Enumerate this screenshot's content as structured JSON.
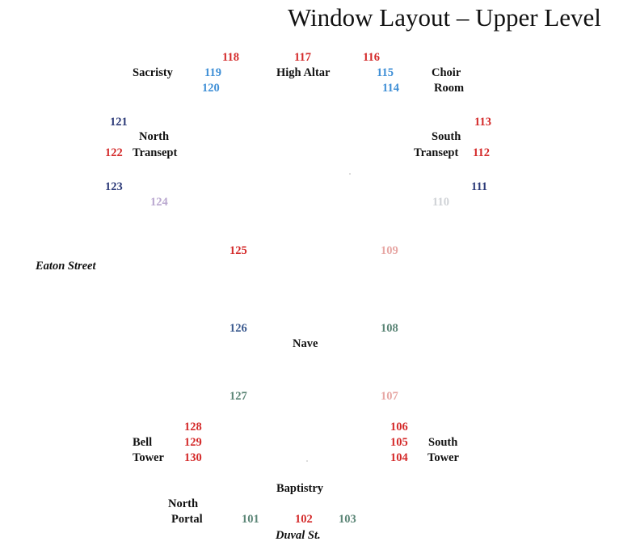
{
  "title": "Window Layout – Upper Level",
  "colors": {
    "red": "#d42a2a",
    "light_blue": "#3f8fd6",
    "navy": "#2c3a78",
    "steel_blue": "#3b5a8f",
    "teal": "#5b8576",
    "lavender": "#b9a7cf",
    "pale_gray": "#cfd2d6",
    "pink": "#e7a7a4"
  },
  "labels": {
    "sacristy": "Sacristy",
    "high_altar": "High Altar",
    "choir": "Choir",
    "room": "Room",
    "north": "North",
    "transept_north": "Transept",
    "south": "South",
    "transept_south": "Transept",
    "eaton_street": "Eaton Street",
    "nave": "Nave",
    "bell": "Bell",
    "tower_bell": "Tower",
    "south_tower_south": "South",
    "south_tower_tower": "Tower",
    "baptistry": "Baptistry",
    "north_portal_north": "North",
    "north_portal_portal": "Portal",
    "duval_st": "Duval St."
  },
  "windows": [
    {
      "number": "101",
      "color": "#5b8576"
    },
    {
      "number": "102",
      "color": "#d42a2a"
    },
    {
      "number": "103",
      "color": "#5b8576"
    },
    {
      "number": "104",
      "color": "#d42a2a"
    },
    {
      "number": "105",
      "color": "#d42a2a"
    },
    {
      "number": "106",
      "color": "#d42a2a"
    },
    {
      "number": "107",
      "color": "#e7a7a4"
    },
    {
      "number": "108",
      "color": "#5b8576"
    },
    {
      "number": "109",
      "color": "#e7a7a4"
    },
    {
      "number": "110",
      "color": "#cfd2d6"
    },
    {
      "number": "111",
      "color": "#2c3a78"
    },
    {
      "number": "112",
      "color": "#d42a2a"
    },
    {
      "number": "113",
      "color": "#d42a2a"
    },
    {
      "number": "114",
      "color": "#3f8fd6"
    },
    {
      "number": "115",
      "color": "#3f8fd6"
    },
    {
      "number": "116",
      "color": "#d42a2a"
    },
    {
      "number": "117",
      "color": "#d42a2a"
    },
    {
      "number": "118",
      "color": "#d42a2a"
    },
    {
      "number": "119",
      "color": "#3f8fd6"
    },
    {
      "number": "120",
      "color": "#3f8fd6"
    },
    {
      "number": "121",
      "color": "#2c3a78"
    },
    {
      "number": "122",
      "color": "#d42a2a"
    },
    {
      "number": "123",
      "color": "#2c3a78"
    },
    {
      "number": "124",
      "color": "#b9a7cf"
    },
    {
      "number": "125",
      "color": "#d42a2a"
    },
    {
      "number": "126",
      "color": "#3b5a8f"
    },
    {
      "number": "127",
      "color": "#5b8576"
    },
    {
      "number": "128",
      "color": "#d42a2a"
    },
    {
      "number": "129",
      "color": "#d42a2a"
    },
    {
      "number": "130",
      "color": "#d42a2a"
    }
  ]
}
